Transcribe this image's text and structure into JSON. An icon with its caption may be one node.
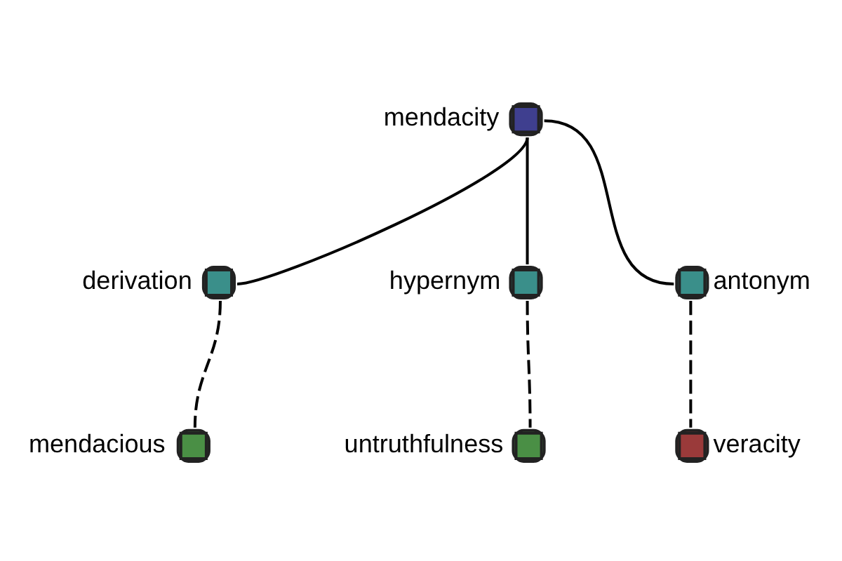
{
  "diagram": {
    "nodes": [
      {
        "text": [
          "mendacity"
        ]
      },
      {
        "text": [
          "derivation"
        ]
      },
      {
        "text": [
          "hypernym"
        ]
      },
      {
        "text": [
          "antonym"
        ]
      },
      {
        "text": [
          "mendacious"
        ]
      },
      {
        "text": [
          "untruthfulness"
        ]
      },
      {
        "text": [
          "veracity"
        ]
      }
    ],
    "edges": [
      {
        "from": 0,
        "to": 1,
        "arrow": "none"
      },
      {
        "from": 0,
        "to": 2,
        "arrow": "none"
      },
      {
        "from": 0,
        "to": 3,
        "arrow": "none"
      },
      {
        "from": 1,
        "to": 4,
        "arrow": "none",
        "style": "dashed"
      },
      {
        "from": 2,
        "to": 5,
        "arrow": "none",
        "style": "dashed"
      },
      {
        "from": 3,
        "to": 6,
        "arrow": "none",
        "style": "dashed"
      }
    ]
  }
}
